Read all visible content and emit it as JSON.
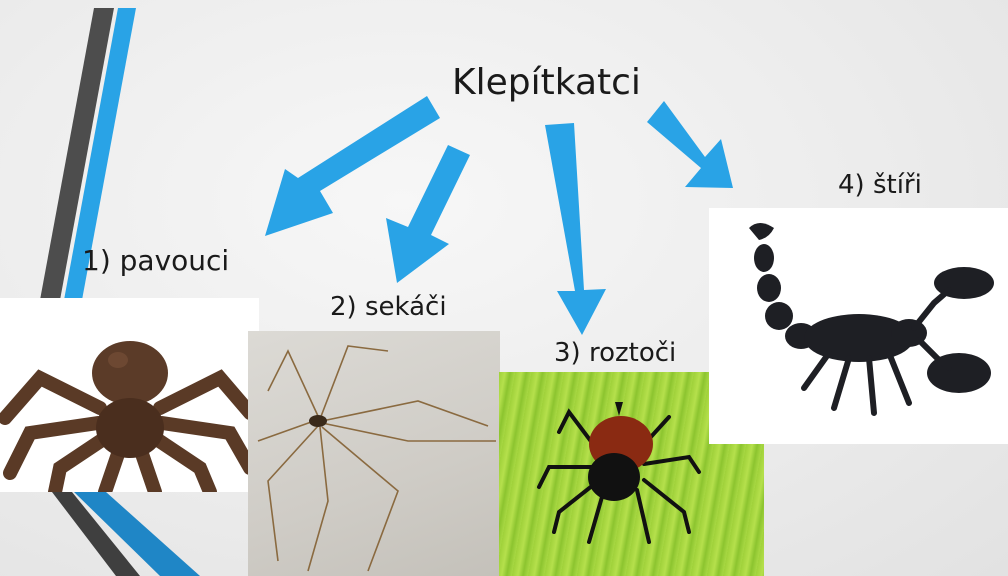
{
  "diagram": {
    "title": "Klepítkatci",
    "categories": [
      {
        "label": "1) pavouci",
        "image": "tarantula-photo"
      },
      {
        "label": "2) sekáči",
        "image": "harvestman-photo"
      },
      {
        "label": "3) roztoči",
        "image": "tick-photo"
      },
      {
        "label": "4) štíři",
        "image": "scorpion-photo"
      }
    ]
  },
  "colors": {
    "arrow": "#29a3e6",
    "accent_dark": "#4d4d4d",
    "background": "#ececec"
  }
}
